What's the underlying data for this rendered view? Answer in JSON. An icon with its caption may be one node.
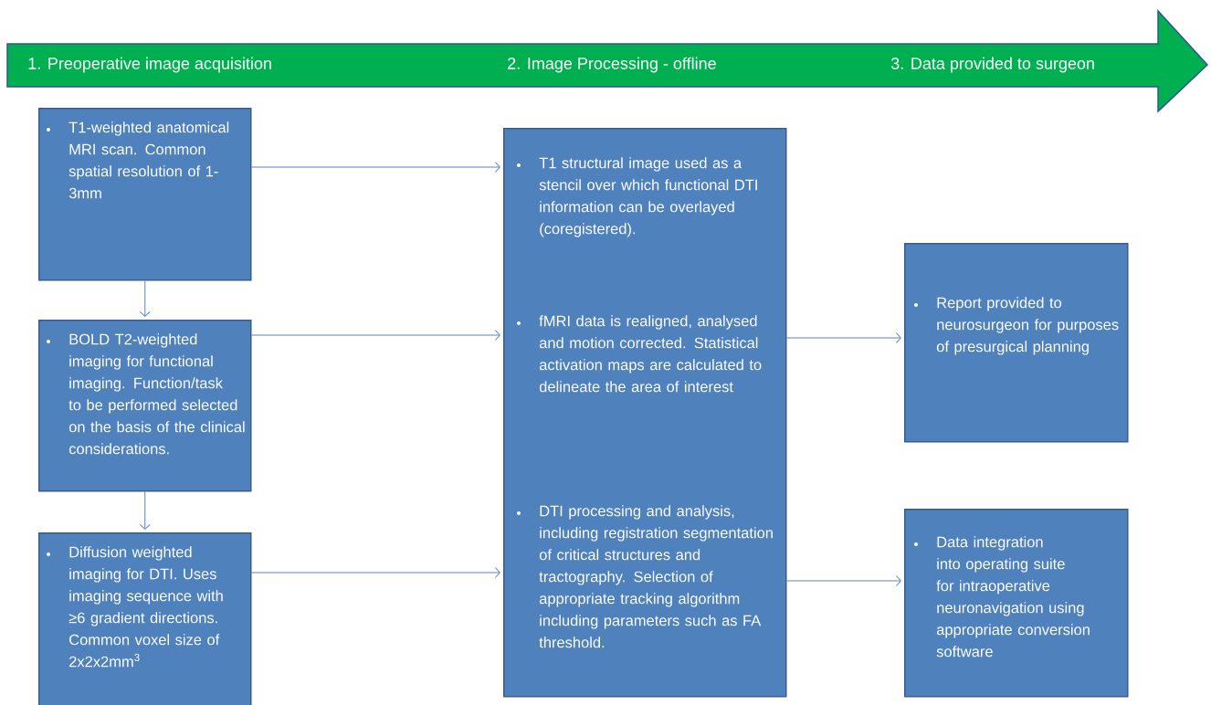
{
  "diagram": {
    "nodes": [
      {
        "text": [
          "1. Preoperative image acquisition",
          "2. Image Processing - offline",
          "3. Data provided to surgeon"
        ]
      },
      {
        "text": [
          "T1-weighted anatomical MRI scan. Common spatial resolution of 1-3mm"
        ]
      },
      {
        "text": [
          "BOLD T2-weighted imaging for functional imaging. Function/task to be performed selected on the basis of the clinical considerations."
        ]
      },
      {
        "text": [
          "Diffusion weighted imaging for DTI. Uses imaging sequence with ≥6 gradient directions. Common voxel size of 2x2x2mm$^{3}$"
        ]
      },
      {
        "text": [
          "T1 structural image used as a stencil over which functional DTI information can be overlayed (coregistered).",
          "fMRI data is realigned, analysed and motion corrected. Statistical activation maps are calculated to delineate the area of interest",
          "DTI processing and analysis, including registration segmentation of critical structures and tractography. Selection of appropriate tracking algorithm including parameters such as FA threshold."
        ]
      },
      {
        "text": [
          "Report provided to neurosurgeon for purposes of presurgical planning"
        ]
      },
      {
        "text": [
          "Data integration into operating suite for intraoperative neuronavigation using appropriate conversion software"
        ]
      }
    ],
    "edges": [
      {
        "from": 1,
        "to": 2,
        "arrow": "to"
      },
      {
        "from": 2,
        "to": 3,
        "arrow": "to"
      },
      {
        "from": 1,
        "to": 4,
        "arrow": "to"
      },
      {
        "from": 2,
        "to": 4,
        "arrow": "to"
      },
      {
        "from": 3,
        "to": 4,
        "arrow": "to"
      },
      {
        "from": 4,
        "to": 5,
        "arrow": "to"
      },
      {
        "from": 4,
        "to": 6,
        "arrow": "to"
      }
    ]
  }
}
